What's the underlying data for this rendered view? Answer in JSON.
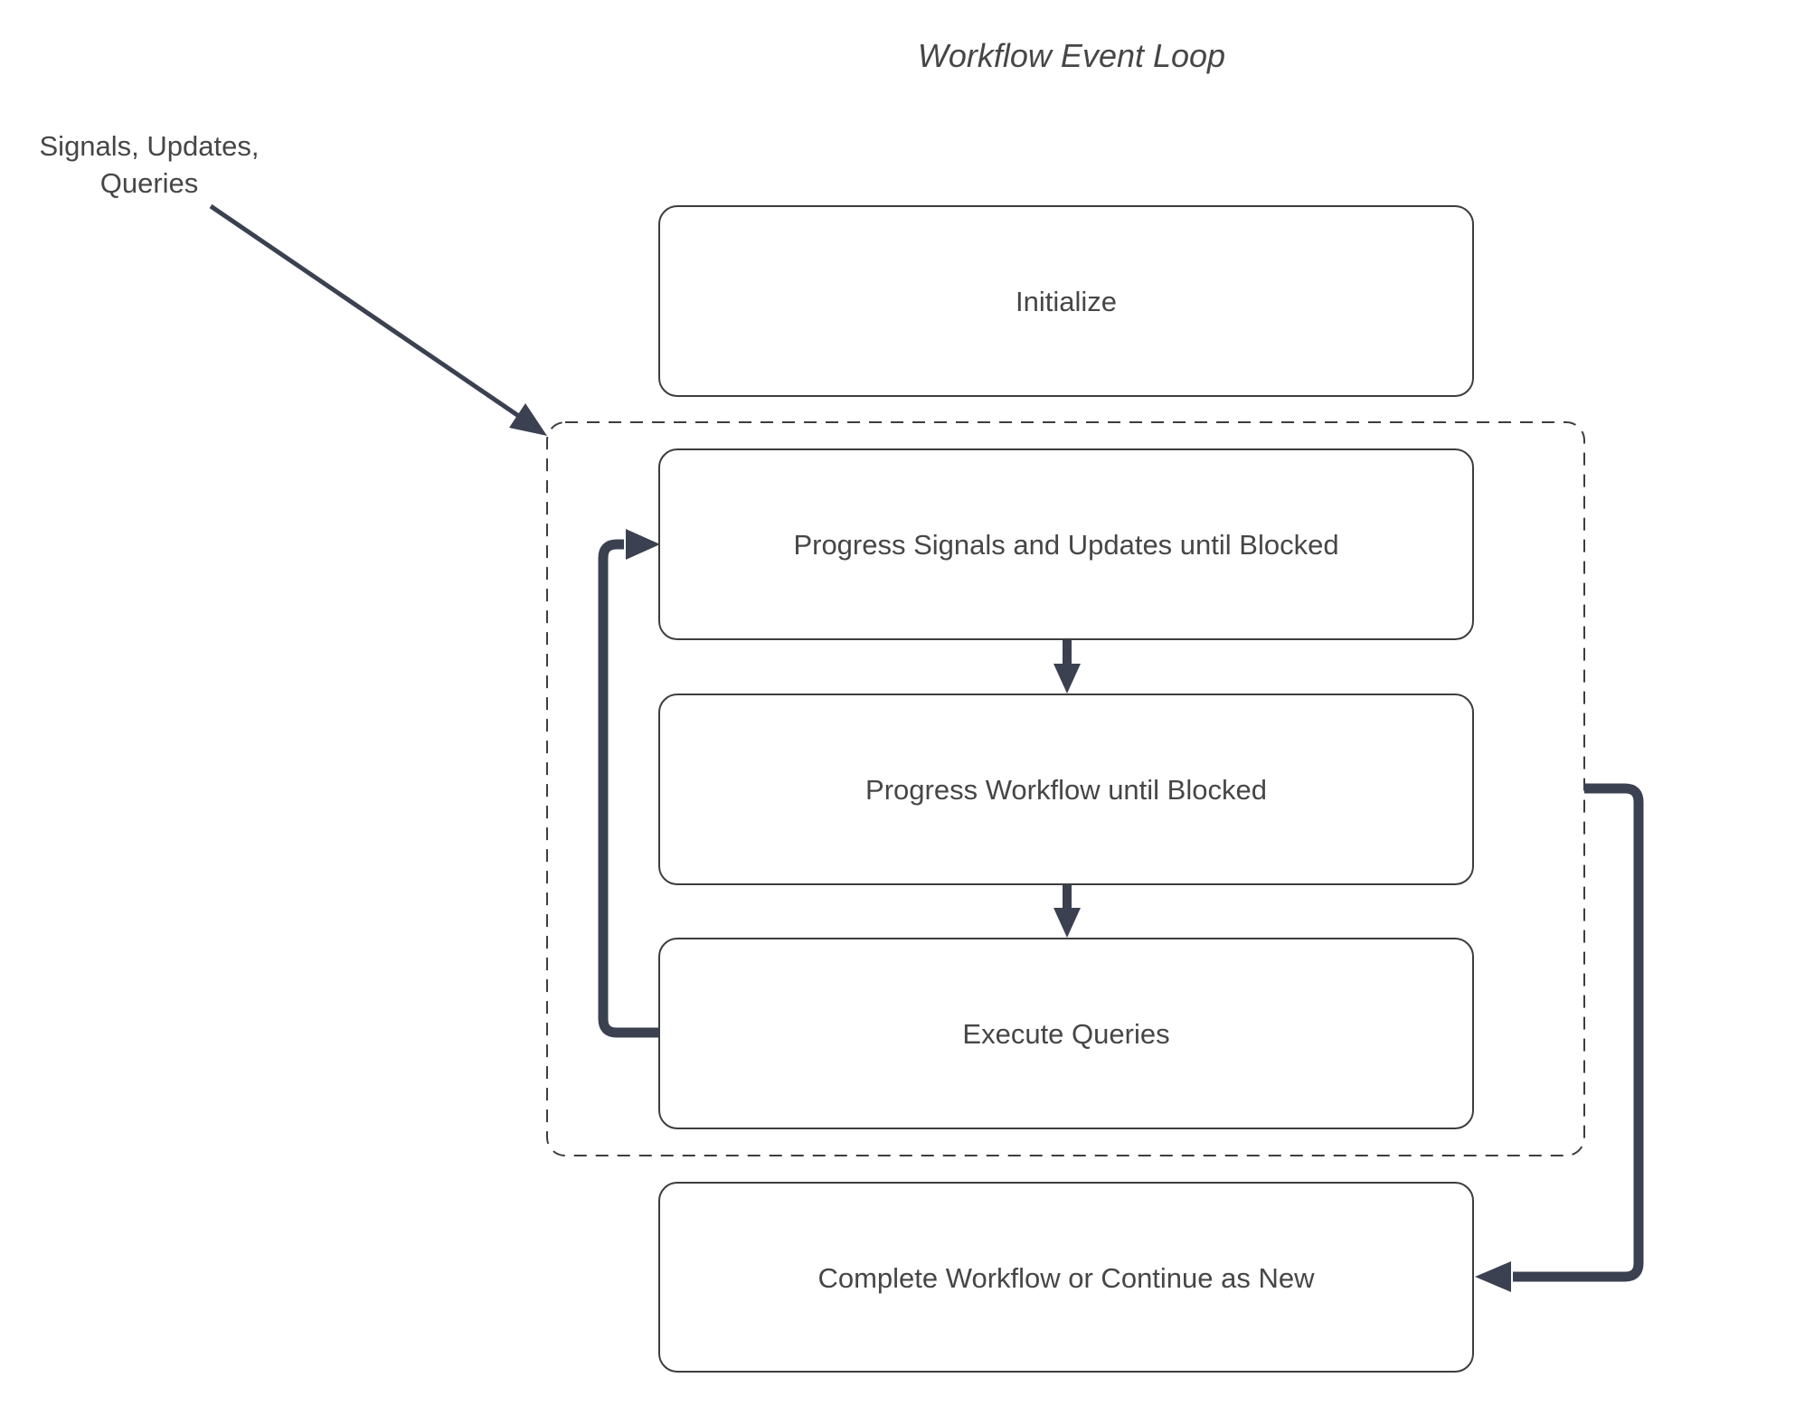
{
  "title": "Workflow Event Loop",
  "annotation": {
    "line1": "Signals, Updates,",
    "line2": "Queries"
  },
  "nodes": {
    "initialize": {
      "label": "Initialize"
    },
    "progress_signals": {
      "label": "Progress Signals and Updates until Blocked"
    },
    "progress_workflow": {
      "label": "Progress Workflow until Blocked"
    },
    "execute_queries": {
      "label": "Execute Queries"
    },
    "complete": {
      "label": "Complete Workflow or Continue as New"
    }
  },
  "colors": {
    "accent": "#3B4150",
    "border": "#3D3D3D",
    "text": "#464646",
    "background": "#FFFFFF",
    "node_fill": "#FFFFFF"
  }
}
